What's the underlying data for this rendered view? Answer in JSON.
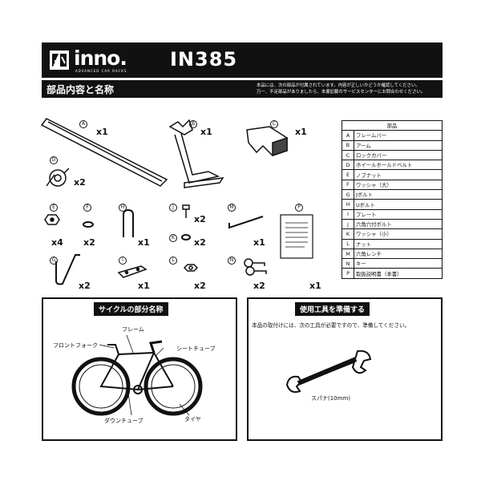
{
  "header": {
    "brand": "inno.",
    "brand_sub": "ADVANCED CAR RACKS",
    "model": "IN385"
  },
  "section": {
    "title": "部品内容と名称",
    "note_line1": "本品には、次の部品が付属されています。内容が正しいかどうか確認してください。",
    "note_line2": "万一、不足部品がありましたら、本書記載のサービスセンターにお問合わせください。"
  },
  "parts_table": {
    "header": "部品",
    "rows": [
      {
        "letter": "A",
        "name": "フレームバー"
      },
      {
        "letter": "B",
        "name": "アーム"
      },
      {
        "letter": "C",
        "name": "ロックカバー"
      },
      {
        "letter": "D",
        "name": "ホイールホールドベルト"
      },
      {
        "letter": "E",
        "name": "ノブナット"
      },
      {
        "letter": "F",
        "name": "ワッシャ（大）"
      },
      {
        "letter": "G",
        "name": "Jボルト"
      },
      {
        "letter": "H",
        "name": "Uボルト"
      },
      {
        "letter": "I",
        "name": "プレート"
      },
      {
        "letter": "J",
        "name": "六角穴付ボルト"
      },
      {
        "letter": "K",
        "name": "ワッシャ（小）"
      },
      {
        "letter": "L",
        "name": "ナット"
      },
      {
        "letter": "M",
        "name": "六角レンチ"
      },
      {
        "letter": "N",
        "name": "キー"
      },
      {
        "letter": "P",
        "name": "取扱説明書（本書）"
      }
    ]
  },
  "quantities": {
    "A": "x1",
    "B": "x1",
    "C": "x1",
    "D": "x2",
    "E": "x4",
    "F": "x2",
    "G": "x2",
    "H": "x1",
    "I": "x1",
    "J": "x2",
    "K": "x2",
    "L": "x2",
    "M": "x1",
    "N": "x2",
    "P": "x1"
  },
  "bicycle": {
    "title": "サイクルの部分名称",
    "frame": "フレーム",
    "fork": "フロントフォーク",
    "seat_tube": "シートチューブ",
    "down_tube": "ダウンチューブ",
    "tire": "タイヤ"
  },
  "tools": {
    "title": "使用工具を準備する",
    "description": "本品の取付けには、次の工具が必要ですので、準備してください。",
    "spanner": "スパナ(10mm)"
  }
}
